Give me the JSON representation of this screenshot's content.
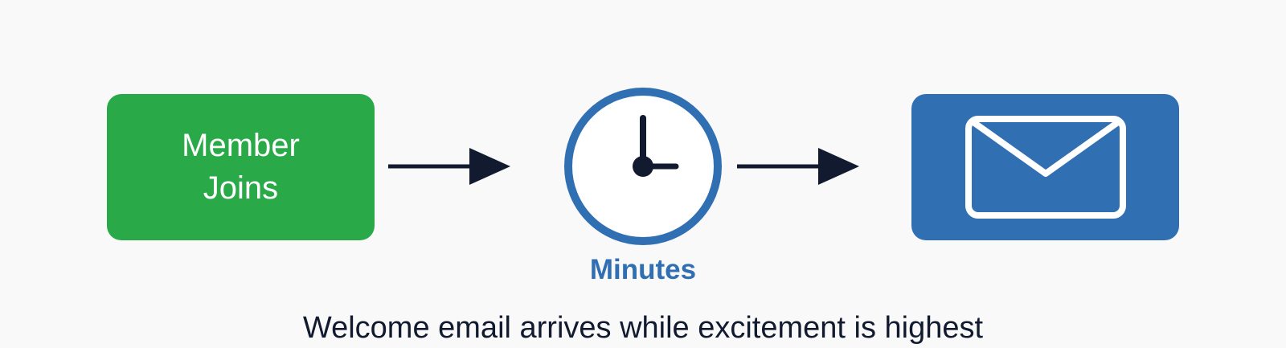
{
  "colors": {
    "background": "#f9f9f9",
    "green": "#2aa948",
    "blue": "#316fb3",
    "dark": "#111a2e",
    "white": "#ffffff"
  },
  "flow": {
    "start_box_label": "Member\nJoins",
    "clock_caption": "Minutes",
    "end_icon": "envelope-icon",
    "clock_icon": "clock-icon",
    "arrow_icon": "right-arrow-icon"
  },
  "caption": "Welcome email arrives while excitement is highest"
}
